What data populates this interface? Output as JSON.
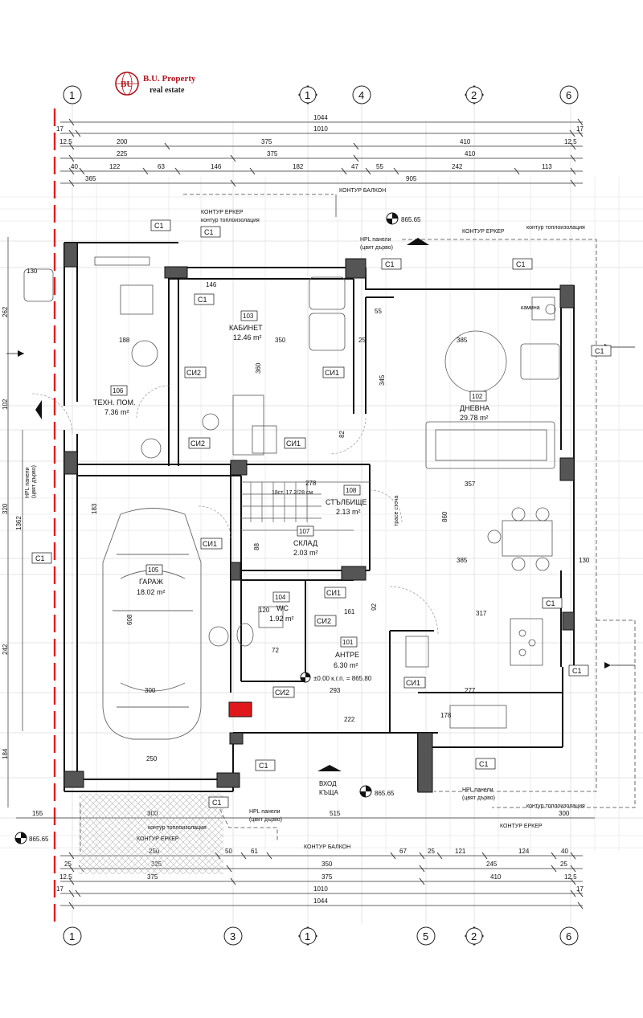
{
  "logo": {
    "title": "B.U. Property",
    "subtitle": "real estate",
    "mark": "BU",
    "brand_color": "#b3121a"
  },
  "axes": {
    "top": [
      "1",
      "1",
      "4",
      "2",
      "6"
    ],
    "bottom": [
      "1",
      "3",
      "1",
      "5",
      "2",
      "6"
    ]
  },
  "dims_top": {
    "row1": [
      "1044"
    ],
    "row2": [
      "17",
      "1010",
      "17"
    ],
    "row3": [
      "12.5",
      "200",
      "375",
      "410",
      "12.5"
    ],
    "row4": [
      "225",
      "375",
      "410"
    ],
    "row5": [
      "40",
      "122",
      "63",
      "146",
      "182",
      "47",
      "55",
      "242",
      "113"
    ],
    "row6": [
      "365",
      "905"
    ]
  },
  "dims_bottom": {
    "row1": [
      "155",
      "300",
      "515",
      "300"
    ],
    "row2": [
      "250",
      "50",
      "61",
      "67",
      "25",
      "121",
      "124",
      "40"
    ],
    "row3": [
      "25",
      "325",
      "350",
      "245",
      "25"
    ],
    "row4": [
      "12.5",
      "375",
      "375",
      "410",
      "12.5"
    ],
    "row5": [
      "17",
      "1010",
      "17"
    ],
    "row6": [
      "1044"
    ]
  },
  "dims_left": [
    "130",
    "262",
    "102",
    "320",
    "1362",
    "242",
    "184",
    "155"
  ],
  "rooms": [
    {
      "num": "103",
      "name": "КАБИНЕТ",
      "area": "12.46 m²"
    },
    {
      "num": "106",
      "name": "ТЕХН. ПОМ.",
      "area": "7.36 m²"
    },
    {
      "num": "102",
      "name": "ДНЕВНА",
      "area": "29.78 m²"
    },
    {
      "num": "108",
      "name": "СТЪЛБИЩЕ",
      "area": "2.13 m²"
    },
    {
      "num": "107",
      "name": "СКЛАД",
      "area": "2.03 m²"
    },
    {
      "num": "105",
      "name": "ГАРАЖ",
      "area": "18.02 m²"
    },
    {
      "num": "104",
      "name": "WC",
      "area": "1.92 m²"
    },
    {
      "num": "101",
      "name": "АНТРЕ",
      "area": "6.30 m²"
    }
  ],
  "levels": {
    "top": "865.65",
    "left": "865.65",
    "entrance": "865.65",
    "zero": "±0.00 к.г.п. = 865.80"
  },
  "labels": {
    "kontur_balkon": "КОНТУР БАЛКОН",
    "kontur_erker": "КОНТУР ЕРКЕР",
    "kontur_toplo": "контур топлоизолация",
    "hpl": "HPL панели",
    "hpl_sub": "(цвят дърво)",
    "vhod": "ВХОД",
    "kashta": "КЪЩА",
    "kamina": "камина",
    "stairs": "18ст. 17.2/28 см",
    "smotach": "трасе сточа"
  },
  "window_tags": [
    "C1",
    "C1",
    "C1",
    "C1",
    "C1",
    "C1",
    "C1",
    "C1",
    "C1",
    "C1",
    "C1",
    "C1"
  ],
  "door_tags": [
    "СИ2",
    "СИ1",
    "СИ2",
    "СИ1",
    "СИ1",
    "СИ1",
    "СИ2",
    "СИ2",
    "СИ1"
  ],
  "inner_dims": [
    "146",
    "188",
    "350",
    "360",
    "385",
    "357",
    "385",
    "860",
    "317",
    "161",
    "278",
    "183",
    "608",
    "300",
    "293",
    "222",
    "277",
    "178",
    "250",
    "130",
    "345",
    "82",
    "88",
    "72",
    "92",
    "55",
    "120",
    "25"
  ]
}
